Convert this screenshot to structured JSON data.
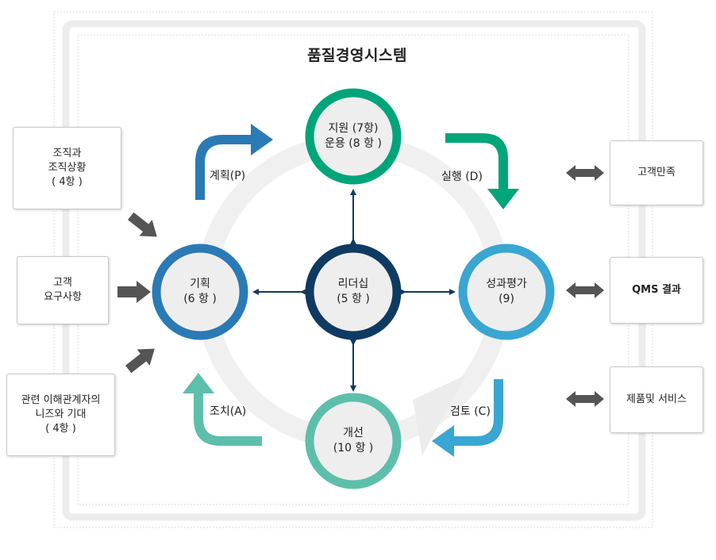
{
  "title": "품질경영시스템",
  "colors": {
    "plan": "#2a7ab5",
    "do": "#00a57a",
    "check": "#3aa6d2",
    "act": "#5dbfab",
    "leadership": "#0f3a62",
    "ring": "#f0f0f0",
    "gray_arrow": "#555555"
  },
  "nodes": {
    "leadership": [
      "리더십",
      "(5 항 )"
    ],
    "support": [
      "지원  (7항)",
      "운용  (8 항 )"
    ],
    "planning": [
      "기획",
      "(6 항 )"
    ],
    "evaluation": [
      "성과평가",
      "(9)"
    ],
    "improvement": [
      "개선",
      "(10 항 )"
    ]
  },
  "cycle_labels": {
    "plan": "계획(P)",
    "do": "실행  (D)",
    "check": "검토  (C)",
    "act": "조치(A)"
  },
  "inputs": [
    [
      "조직과",
      "조직상황",
      "( 4항 )"
    ],
    [
      "고객",
      "요구사항"
    ],
    [
      "관련 이해관계자의",
      "니즈와 기대",
      "( 4항 )"
    ]
  ],
  "outputs": [
    "고객만족",
    "QMS 결과",
    "제품및 서비스"
  ]
}
